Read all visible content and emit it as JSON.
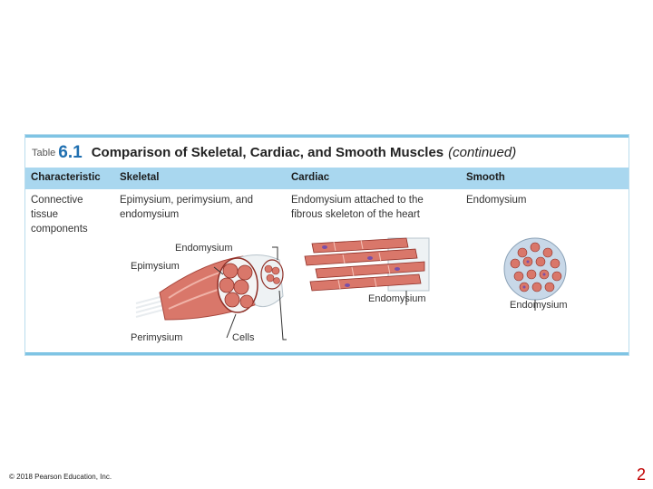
{
  "table": {
    "label": "Table",
    "number": "6.1",
    "title": "Comparison of Skeletal, Cardiac, and Smooth Muscles",
    "continued": "(continued)",
    "headers": [
      "Characteristic",
      "Skeletal",
      "Cardiac",
      "Smooth"
    ],
    "row": {
      "characteristic": [
        "Connective",
        "tissue",
        "components"
      ],
      "skeletal": [
        "Epimysium, perimysium, and",
        "endomysium"
      ],
      "cardiac": [
        "Endomysium attached to the",
        "fibrous skeleton of the heart"
      ],
      "smooth": [
        "Endomysium"
      ]
    }
  },
  "skeletal_labels": {
    "endomysium": "Endomysium",
    "epimysium": "Epimysium",
    "perimysium": "Perimysium",
    "cells": "Cells"
  },
  "cardiac_label": "Endomysium",
  "smooth_label": "Endomysium",
  "footer": {
    "copyright": "© 2018 Pearson Education, Inc.",
    "page_number": "2"
  },
  "colors": {
    "accent_blue": "#1f6fb0",
    "header_bg": "#a9d7ef",
    "rule": "#7fc4e4",
    "muscle": "#d9776a",
    "page_number": "#c00000"
  }
}
